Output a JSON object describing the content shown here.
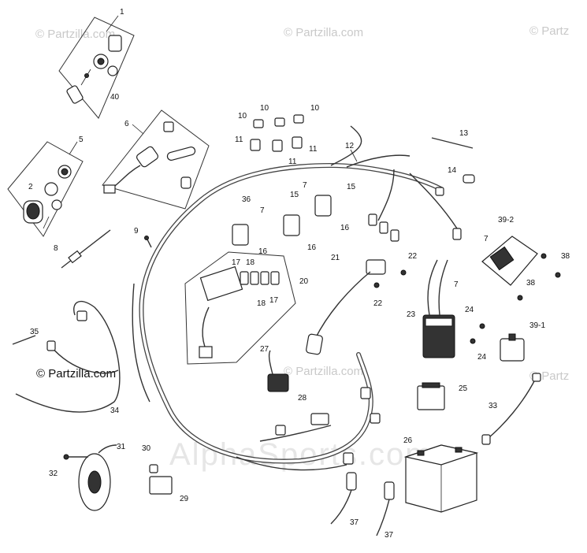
{
  "watermarks": {
    "partzilla": "© Partzilla.com",
    "partzilla_short": "© Partz",
    "partzilla_bold": "© Partzilla.com",
    "alpha": "AlphaSports.com"
  },
  "callouts": {
    "c1": "1",
    "c40": "40",
    "c5": "5",
    "c2": "2",
    "c6": "6",
    "c10a": "10",
    "c10b": "10",
    "c10c": "10",
    "c11a": "11",
    "c11b": "11",
    "c11c": "11",
    "c12": "12",
    "c13": "13",
    "c14": "14",
    "c8": "8",
    "c9": "9",
    "c36": "36",
    "c7a": "7",
    "c7b": "7",
    "c7c": "7",
    "c7d": "7",
    "c15a": "15",
    "c15b": "15",
    "c16a": "16",
    "c16b": "16",
    "c16c": "16",
    "c39_2": "39-2",
    "c38a": "38",
    "c38b": "38",
    "c17a": "17",
    "c18a": "18",
    "c18b": "18",
    "c17b": "17",
    "c20": "20",
    "c21": "21",
    "c22a": "22",
    "c22b": "22",
    "c35": "35",
    "c34": "34",
    "c23": "23",
    "c24a": "24",
    "c24b": "24",
    "c39_1": "39-1",
    "c27": "27",
    "c28": "28",
    "c25": "25",
    "c33": "33",
    "c26": "26",
    "c31": "31",
    "c32": "32",
    "c30": "30",
    "c29": "29",
    "c37a": "37",
    "c37b": "37"
  },
  "colors": {
    "line": "#222222",
    "watermark": "#c9c9c9",
    "background": "#ffffff"
  }
}
